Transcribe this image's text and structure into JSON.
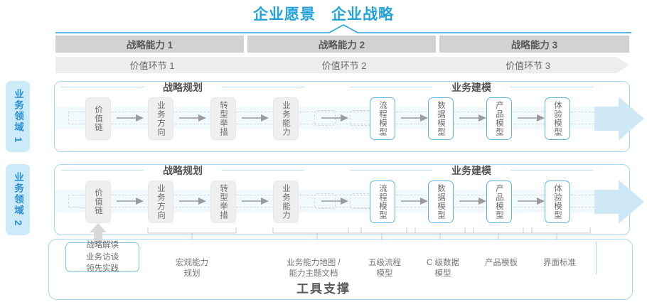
{
  "header": {
    "vision": "企业愿景",
    "strategy": "企业战略"
  },
  "capabilities": [
    {
      "band": "战略能力 1",
      "chevron": "价值环节 1"
    },
    {
      "band": "战略能力 2",
      "chevron": "价值环节 2"
    },
    {
      "band": "战略能力 3",
      "chevron": "价值环节 3"
    }
  ],
  "domains": [
    {
      "label": "业务领域 1"
    },
    {
      "label": "业务领域 2"
    }
  ],
  "sections": {
    "planning": "战略规划",
    "modeling": "业务建模"
  },
  "nodes": {
    "planning": [
      "价值链",
      "业务方向",
      "转型举措",
      "业务能力"
    ],
    "modeling": [
      "流程模型",
      "数据模型",
      "产品模型",
      "体验模型"
    ]
  },
  "tools": {
    "primary": "战略解读\n业务访谈\n领先实践",
    "labels": [
      "宏观能力\n规划",
      "业务能力地图 /\n能力主题文档",
      "五级流程\n模型",
      "C 级数据\n模型",
      "产品模板",
      "界面标准"
    ],
    "title": "工具支撑"
  },
  "colors": {
    "accent": "#23a3dd",
    "accent_light": "#a8d8ef",
    "band": "#d2d2d2",
    "chevron": "#ededed",
    "node_gray": "#efefef",
    "node_blue_border": "#5cb6e4",
    "side_bg": "#cdeaf8",
    "text_gray": "#6d6d6d"
  }
}
